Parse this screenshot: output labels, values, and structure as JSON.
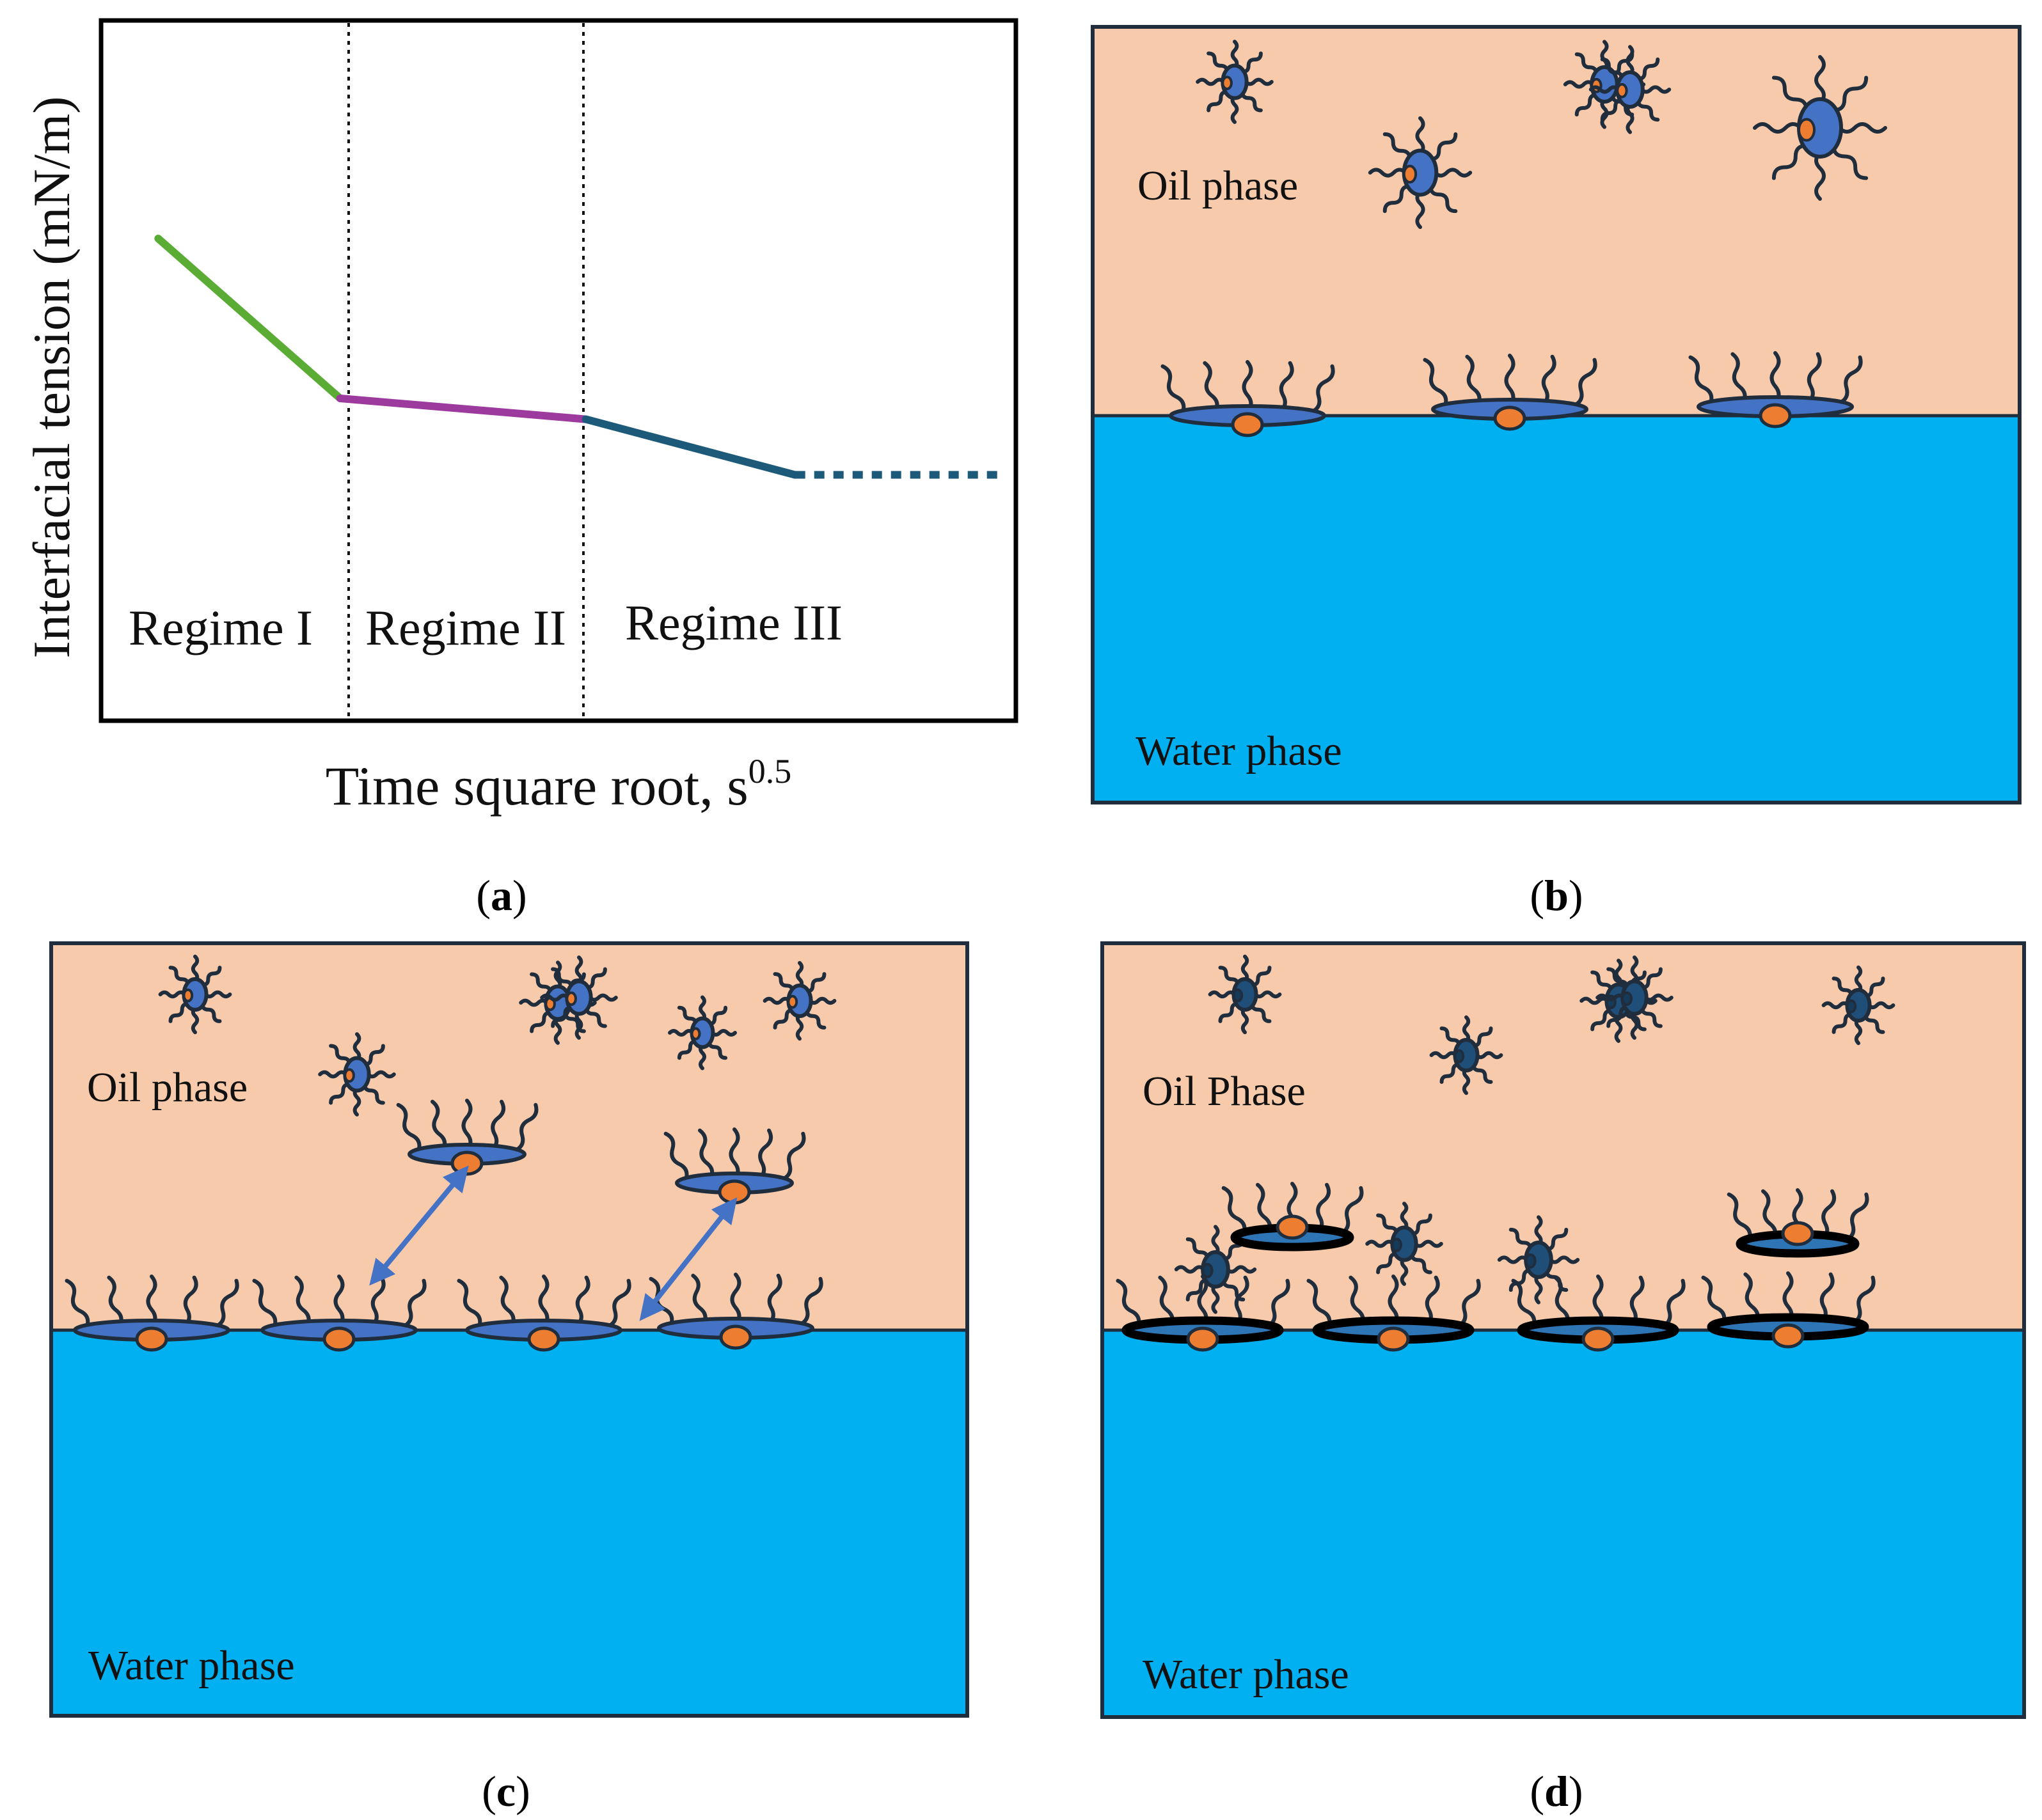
{
  "panels": {
    "a": {
      "label_open": "(",
      "label_letter": "a",
      "label_close": ")"
    },
    "b": {
      "label_open": "(",
      "label_letter": "b",
      "label_close": ")"
    },
    "c": {
      "label_open": "(",
      "label_letter": "c",
      "label_close": ")"
    },
    "d": {
      "label_open": "(",
      "label_letter": "d",
      "label_close": ")"
    }
  },
  "chart": {
    "ylabel": "Interfacial  tension (mN/m)",
    "xlabel_main": "Time square root, s",
    "xlabel_sup": "0.5",
    "regimes": [
      "Regime I",
      "Regime II",
      "Regime III"
    ]
  },
  "chart_data": {
    "type": "line",
    "xlabel": "Time square root, s0.5",
    "ylabel": "Interfacial  tension (mN/m)",
    "x_ticks_shown": false,
    "y_ticks_shown": false,
    "regimes": [
      "Regime I",
      "Regime II",
      "Regime III"
    ],
    "series": [
      {
        "regime": "Regime I",
        "color": "#5aac35",
        "style": "solid",
        "x": [
          0.06,
          0.26
        ],
        "y": [
          0.69,
          0.46
        ]
      },
      {
        "regime": "Regime II",
        "color": "#9d3a9e",
        "style": "solid",
        "x": [
          0.26,
          0.53
        ],
        "y": [
          0.46,
          0.43
        ]
      },
      {
        "regime": "Regime III",
        "color": "#1d5a7a",
        "style": "solid",
        "x": [
          0.53,
          0.76
        ],
        "y": [
          0.43,
          0.35
        ]
      },
      {
        "regime": "Regime III",
        "color": "#1d5a7a",
        "style": "dotted",
        "x": [
          0.76,
          0.99
        ],
        "y": [
          0.35,
          0.35
        ]
      }
    ],
    "regime_boundaries_x": [
      0.26,
      0.53
    ]
  },
  "diagrams": {
    "b": {
      "oil_label": "Oil phase",
      "water_label": "Water phase"
    },
    "c": {
      "oil_label": "Oil phase",
      "water_label": "Water phase"
    },
    "d": {
      "oil_label": "Oil Phase",
      "water_label": "Water phase"
    }
  },
  "colors": {
    "oil": "#f7caac",
    "water": "#00b0f0",
    "molecule_body": "#4472c4",
    "molecule_dark": "#1f4e79",
    "polar_head": "#ed7d31",
    "outline": "#1f2d3d",
    "arrow": "#4472c4"
  }
}
